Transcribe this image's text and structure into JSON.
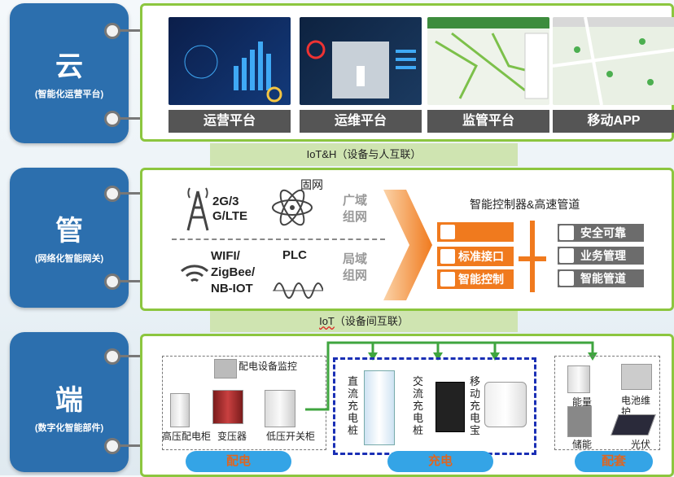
{
  "tiers": [
    {
      "title": "云",
      "subtitle": "(智能化运营平台)"
    },
    {
      "title": "管",
      "subtitle": "(网络化智能网关)"
    },
    {
      "title": "端",
      "subtitle": "(数字化智能部件)"
    }
  ],
  "platforms": [
    "运营平台",
    "运维平台",
    "监管平台",
    "移动APP"
  ],
  "bands": {
    "iot_h": "IoT&H（设备与人互联）",
    "iot_prefix": "IoT",
    "iot_rest": "（设备间互联）"
  },
  "network": {
    "cellular": "2G/3\nG/LTE",
    "fixed": "固网",
    "wan": "广域\n组网",
    "wireless": "WIFI/\nZigBee/\nNB-IOT",
    "plc": "PLC",
    "lan": "局域\n组网"
  },
  "controller": {
    "title": "智能控制器&高速管道",
    "left": [
      "标准接口",
      "智能控制"
    ],
    "right": [
      "安全可靠",
      "业务管理",
      "智能管道"
    ]
  },
  "devices": {
    "monitor": "配电设备监控",
    "hv_cabinet": "高压配电柜",
    "transformer": "变压器",
    "lv_cabinet": "低压开关柜",
    "dc_pile": "直流充电桩",
    "ac_pile": "交流充电桩",
    "mobile": "移动充电宝",
    "energy_storage": "能量储能",
    "battery": "电池维护",
    "pv": "光伏"
  },
  "groups": [
    "配电",
    "充电",
    "配套"
  ],
  "colors": {
    "blue": "#2c6fae",
    "green": "#8cc63f",
    "orange": "#f07a1e",
    "band": "#cfe4b1"
  }
}
